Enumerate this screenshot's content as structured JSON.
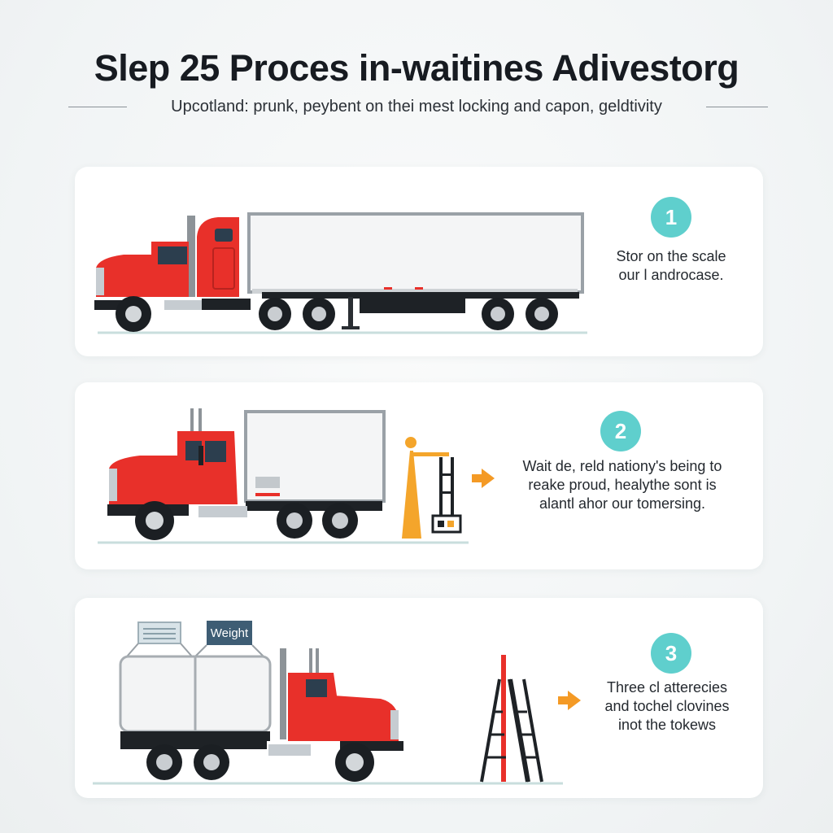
{
  "header": {
    "title": "Slep 25 Proces in-waitines Adivestorg",
    "subtitle": "Upcotland: prunk, peybent on thei mest locking and capon, geldtivity"
  },
  "steps": [
    {
      "number": "1",
      "lines": [
        "Stor on the scale",
        "our l androcase."
      ]
    },
    {
      "number": "2",
      "lines": [
        "Wait de, reld nationy's being to",
        "reake proud, healythe sont is",
        "alantl ahor our tomersing."
      ]
    },
    {
      "number": "3",
      "lines": [
        "Three cl atterecies",
        "and tochel clovines",
        "inot the tokews"
      ],
      "weight_tag": "Weight"
    }
  ],
  "colors": {
    "cab_red": "#e8302a",
    "badge_teal": "#5fcfcd",
    "arrow_orange": "#f49a25",
    "trailer_white": "#f4f5f6"
  },
  "icons": {
    "arrow": "arrow-right-icon",
    "scale_post": "weigh-post-icon",
    "ladder": "ladder-icon"
  }
}
